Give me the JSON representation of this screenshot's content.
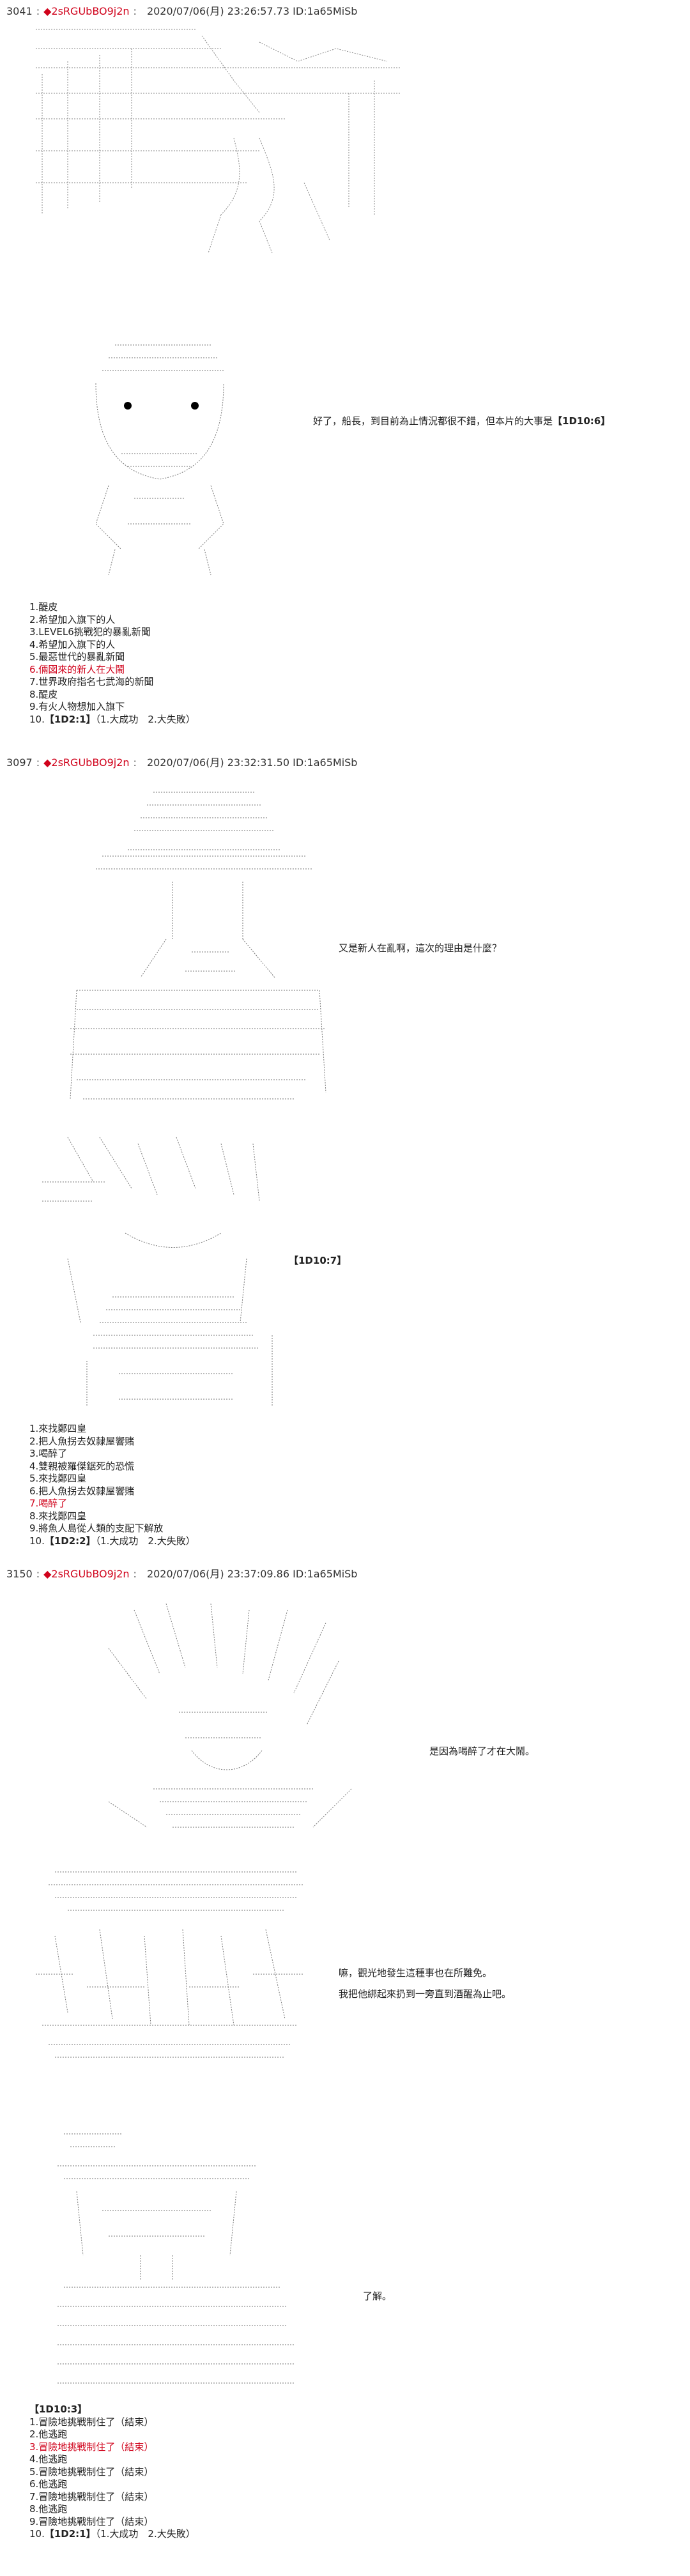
{
  "posts": [
    {
      "number": "3041",
      "trip": "◆2sRGUbBO9j2n",
      "datetime": "2020/07/06(月) 23:26:57.73 ID:1a65MiSb",
      "dialogues": [
        {
          "text": "好了，船長，到目前為止情況都很不錯，但本片的大事是",
          "dice": "【1D10:6】"
        }
      ],
      "choices": [
        {
          "text": "1.醍皮",
          "highlight": false
        },
        {
          "text": "2.希望加入旗下的人",
          "highlight": false
        },
        {
          "text": "3.LEVEL6挑戰犯的暴亂新聞",
          "highlight": false
        },
        {
          "text": "4.希望加入旗下的人",
          "highlight": false
        },
        {
          "text": "5.最惡世代的暴亂新聞",
          "highlight": false
        },
        {
          "text": "6.倆図來的新人在大鬧",
          "highlight": true
        },
        {
          "text": "7.世界政府指名七武海的新聞",
          "highlight": false
        },
        {
          "text": "8.醍皮",
          "highlight": false
        },
        {
          "text": "9.有火人物想加入旗下",
          "highlight": false
        }
      ],
      "dice_line": {
        "prefix": "10.",
        "dice": "【1D2:1】",
        "rest": "（1.大成功　2.大失敗）"
      }
    },
    {
      "number": "3097",
      "trip": "◆2sRGUbBO9j2n",
      "datetime": "2020/07/06(月) 23:32:31.50 ID:1a65MiSb",
      "dialogues": [
        {
          "text": "又是新人在亂啊，這次的理由是什麼？",
          "dice": ""
        },
        {
          "text": "",
          "dice": "【1D10:7】"
        }
      ],
      "choices": [
        {
          "text": "1.來找鄭四皇",
          "highlight": false
        },
        {
          "text": "2.把人魚拐去奴隸屋響賭",
          "highlight": false
        },
        {
          "text": "3.喝醉了",
          "highlight": false
        },
        {
          "text": "4.雙親被羅傑鋸死的恐慌",
          "highlight": false
        },
        {
          "text": "5.來找鄭四皇",
          "highlight": false
        },
        {
          "text": "6.把人魚拐去奴隸屋響賭",
          "highlight": false
        },
        {
          "text": "7.喝醉了",
          "highlight": true
        },
        {
          "text": "8.來找鄭四皇",
          "highlight": false
        },
        {
          "text": "9.將魚人島從人類的支配下解放",
          "highlight": false
        }
      ],
      "dice_line": {
        "prefix": "10.",
        "dice": "【1D2:2】",
        "rest": "（1.大成功　2.大失敗）"
      }
    },
    {
      "number": "3150",
      "trip": "◆2sRGUbBO9j2n",
      "datetime": "2020/07/06(月) 23:37:09.86 ID:1a65MiSb",
      "dialogues": [
        {
          "text": "是因為喝醉了才在大鬧。",
          "dice": ""
        },
        {
          "text": "嘛，觀光地發生這種事也在所難免。",
          "dice": ""
        },
        {
          "text": "我把他綁起來扔到一旁直到酒醒為止吧。",
          "dice": ""
        },
        {
          "text": "了解。",
          "dice": ""
        }
      ],
      "dice_header": "【1D10:3】",
      "choices": [
        {
          "text": "1.冒險地挑戰制住了（結束）",
          "highlight": false
        },
        {
          "text": "2.他逃跑",
          "highlight": false
        },
        {
          "text": "3.冒險地挑戰制住了（結束）",
          "highlight": true
        },
        {
          "text": "4.他逃跑",
          "highlight": false
        },
        {
          "text": "5.冒險地挑戰制住了（結束）",
          "highlight": false
        },
        {
          "text": "6.他逃跑",
          "highlight": false
        },
        {
          "text": "7.冒險地挑戰制住了（結束）",
          "highlight": false
        },
        {
          "text": "8.他逃跑",
          "highlight": false
        },
        {
          "text": "9.冒險地挑戰制住了（結束）",
          "highlight": false
        }
      ],
      "dice_line": {
        "prefix": "10.",
        "dice": "【1D2:1】",
        "rest": "（1.大成功　2.大失敗）"
      }
    }
  ],
  "colors": {
    "trip": "#d0021b",
    "highlight": "#d0021b",
    "text": "#222222",
    "art": "#555555"
  }
}
